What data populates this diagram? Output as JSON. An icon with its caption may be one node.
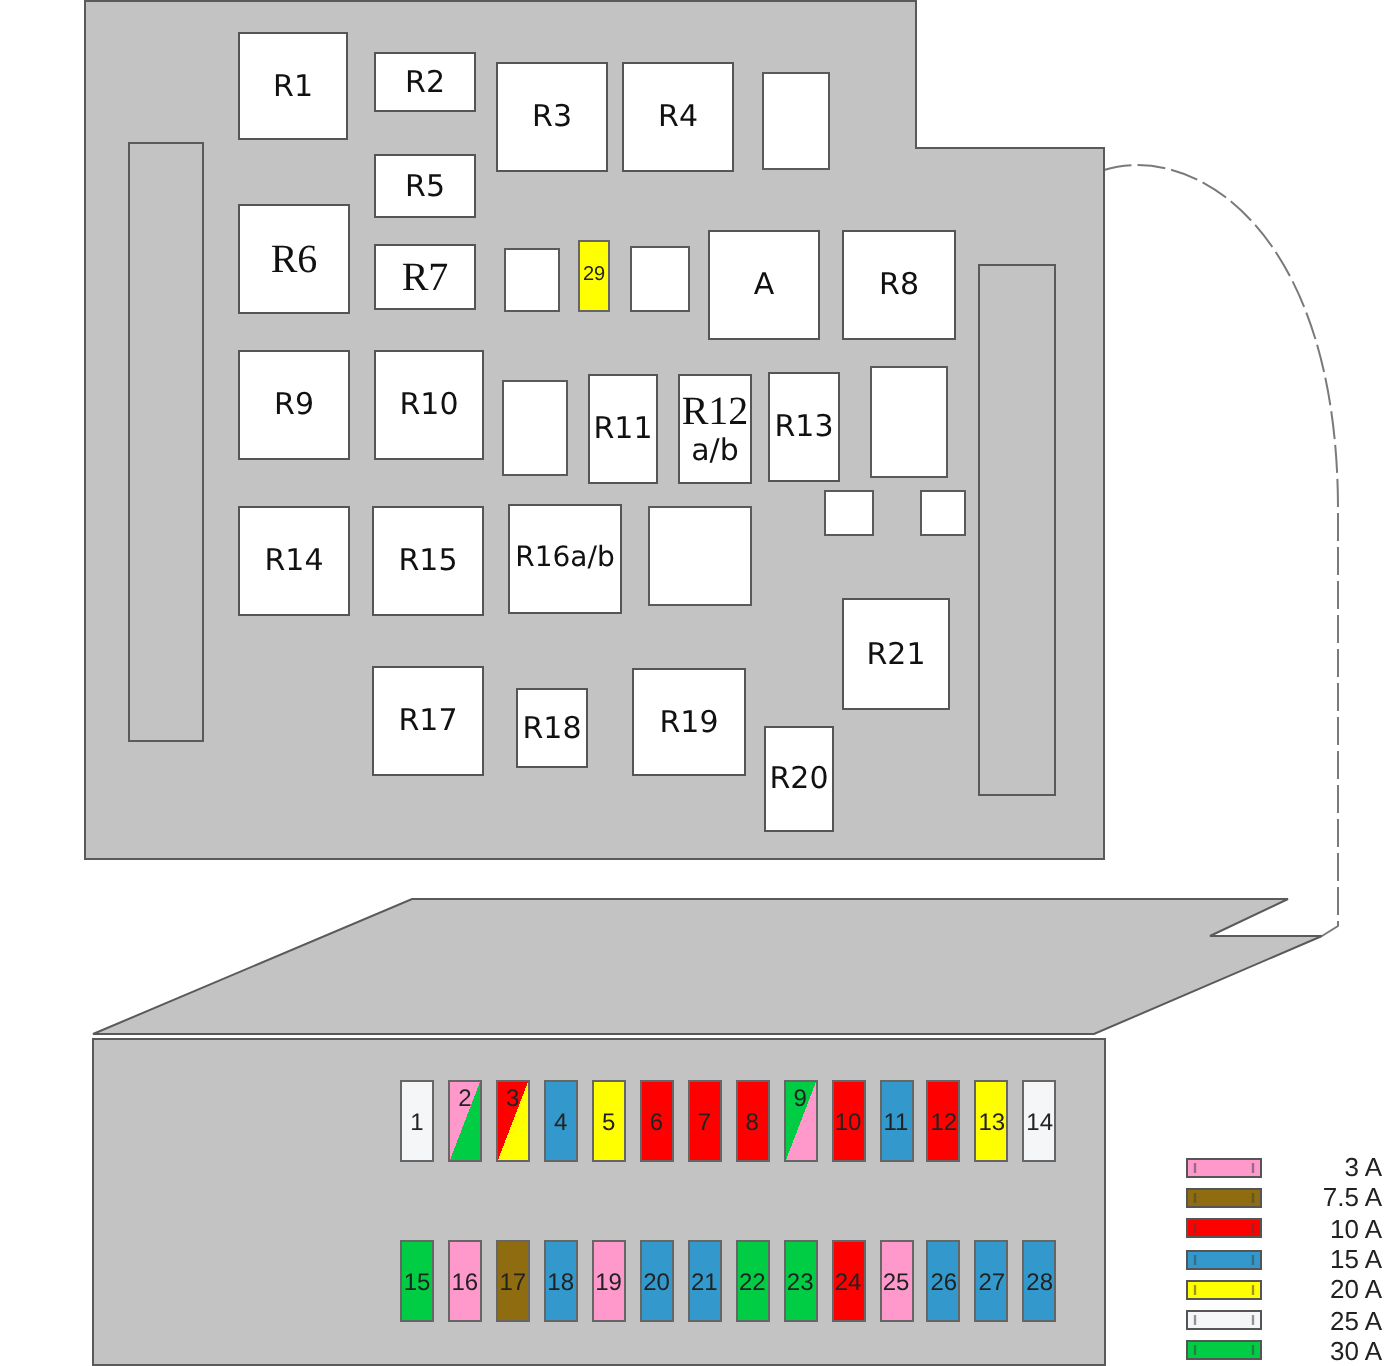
{
  "diagram": {
    "nodes": [
      {
        "text": [],
        "shape": "box"
      },
      {
        "text": [
          "R1"
        ],
        "in": 0
      },
      {
        "text": [
          "R2"
        ],
        "in": 0
      },
      {
        "text": [
          "R3"
        ],
        "in": 0
      },
      {
        "text": [
          "R4"
        ],
        "in": 0
      },
      {
        "text": [],
        "shape": "box",
        "in": 0
      },
      {
        "text": [
          "R5"
        ],
        "in": 0
      },
      {
        "text": [
          "R6"
        ],
        "in": 0
      },
      {
        "text": [
          "R7"
        ],
        "in": 0
      },
      {
        "text": [],
        "shape": "box",
        "in": 0
      },
      {
        "text": [
          "29"
        ],
        "in": 0
      },
      {
        "text": [],
        "shape": "box",
        "in": 0
      },
      {
        "text": [
          "A"
        ],
        "in": 0
      },
      {
        "text": [
          "R8"
        ],
        "in": 0
      },
      {
        "text": [],
        "shape": "bar",
        "in": 0
      },
      {
        "text": [],
        "shape": "bar",
        "in": 0
      },
      {
        "text": [
          "R9"
        ],
        "in": 0
      },
      {
        "text": [
          "R10"
        ],
        "in": 0
      },
      {
        "text": [],
        "shape": "box",
        "in": 0
      },
      {
        "text": [
          "R11"
        ],
        "in": 0
      },
      {
        "text": [
          "R12",
          "a/b"
        ],
        "in": 0
      },
      {
        "text": [
          "R13"
        ],
        "in": 0
      },
      {
        "text": [],
        "shape": "box",
        "in": 0
      },
      {
        "text": [],
        "shape": "box",
        "in": 0
      },
      {
        "text": [],
        "shape": "box",
        "in": 0
      },
      {
        "text": [
          "R14"
        ],
        "in": 0
      },
      {
        "text": [
          "R15"
        ],
        "in": 0
      },
      {
        "text": [
          "R16a/b"
        ],
        "in": 0
      },
      {
        "text": [],
        "shape": "box",
        "in": 0
      },
      {
        "text": [
          "R21"
        ],
        "in": 0
      },
      {
        "text": [
          "R17"
        ],
        "in": 0
      },
      {
        "text": [
          "R18"
        ],
        "in": 0
      },
      {
        "text": [
          "R19"
        ],
        "in": 0
      },
      {
        "text": [
          "R20"
        ],
        "in": 0
      },
      {
        "text": [],
        "shape": "parallelogram"
      },
      {
        "text": [],
        "shape": "box"
      },
      {
        "text": [
          "1"
        ],
        "in": 35
      },
      {
        "text": [
          "2"
        ],
        "in": 35
      },
      {
        "text": [
          "3"
        ],
        "in": 35
      },
      {
        "text": [
          "4"
        ],
        "in": 35
      },
      {
        "text": [
          "5"
        ],
        "in": 35
      },
      {
        "text": [
          "6"
        ],
        "in": 35
      },
      {
        "text": [
          "7"
        ],
        "in": 35
      },
      {
        "text": [
          "8"
        ],
        "in": 35
      },
      {
        "text": [
          "9"
        ],
        "in": 35
      },
      {
        "text": [
          "10"
        ],
        "in": 35
      },
      {
        "text": [
          "11"
        ],
        "in": 35
      },
      {
        "text": [
          "12"
        ],
        "in": 35
      },
      {
        "text": [
          "13"
        ],
        "in": 35
      },
      {
        "text": [
          "14"
        ],
        "in": 35
      },
      {
        "text": [
          "15"
        ],
        "in": 35
      },
      {
        "text": [
          "16"
        ],
        "in": 35
      },
      {
        "text": [
          "17"
        ],
        "in": 35
      },
      {
        "text": [
          "18"
        ],
        "in": 35
      },
      {
        "text": [
          "19"
        ],
        "in": 35
      },
      {
        "text": [
          "20"
        ],
        "in": 35
      },
      {
        "text": [
          "21"
        ],
        "in": 35
      },
      {
        "text": [
          "22"
        ],
        "in": 35
      },
      {
        "text": [
          "23"
        ],
        "in": 35
      },
      {
        "text": [
          "24"
        ],
        "in": 35
      },
      {
        "text": [
          "25"
        ],
        "in": 35
      },
      {
        "text": [
          "26"
        ],
        "in": 35
      },
      {
        "text": [
          "27"
        ],
        "in": 35
      },
      {
        "text": [
          "28"
        ],
        "in": 35
      }
    ],
    "edges": [
      {
        "from": 0,
        "to": 34,
        "arrow": "none",
        "style": "dashed"
      }
    ],
    "legend": [
      {
        "text": "3 A",
        "color": "#ff99cc"
      },
      {
        "text": "7.5 A",
        "color": "#8f6c10"
      },
      {
        "text": "10 A",
        "color": "#ff0000"
      },
      {
        "text": "15 A",
        "color": "#3399cc"
      },
      {
        "text": "20 A",
        "color": "#ffff00"
      },
      {
        "text": "25 A",
        "color": "#f4f6f8"
      },
      {
        "text": "30 A",
        "color": "#00cc44"
      }
    ]
  }
}
